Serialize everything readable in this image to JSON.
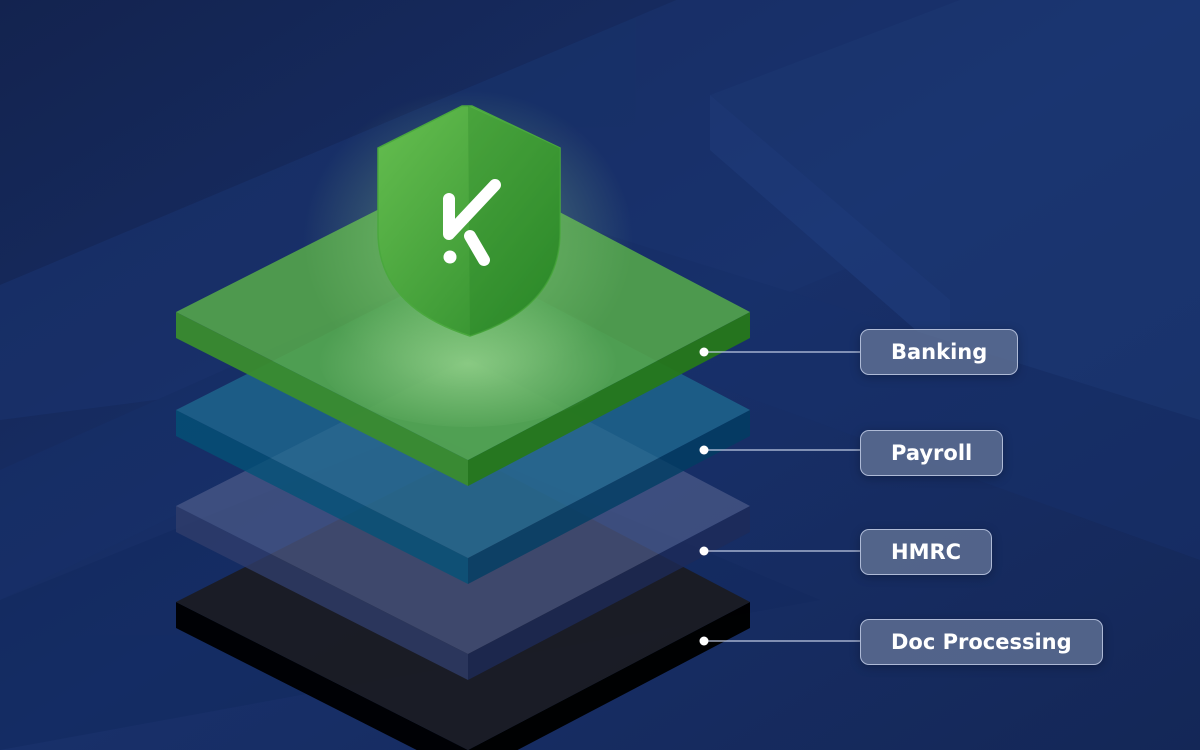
{
  "logo": {
    "icon": "kashflow-k-logo-icon",
    "color": "#3d9e34"
  },
  "layers": [
    {
      "id": "banking",
      "label": "Banking",
      "color": "#56a84a"
    },
    {
      "id": "payroll",
      "label": "Payroll",
      "color": "#1e6e93"
    },
    {
      "id": "hmrc",
      "label": "HMRC",
      "color": "#4d5a88"
    },
    {
      "id": "doc-processing",
      "label": "Doc Processing",
      "color": "#1b1b1f"
    }
  ],
  "colors": {
    "background": "#16295a",
    "label_fill": "#5f7094",
    "connector": "#c8d2ea"
  }
}
